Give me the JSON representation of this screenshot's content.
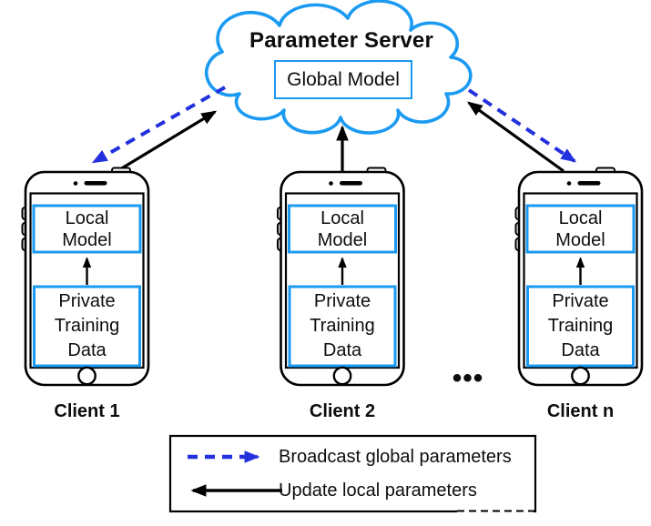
{
  "diagram": {
    "title": "Parameter Server",
    "server_box": "Global Model",
    "phone_boxes": {
      "local_model_lines": [
        "Local",
        "Model"
      ],
      "private_data_lines": [
        "Private",
        "Training",
        "Data"
      ]
    },
    "clients": [
      {
        "label": "Client 1"
      },
      {
        "label": "Client 2"
      },
      {
        "label": "Client n"
      }
    ],
    "ellipsis": "•••",
    "legend": {
      "items": [
        {
          "arrow": "broadcast-dashed-blue",
          "label": "Broadcast global parameters"
        },
        {
          "arrow": "update-solid-black",
          "label": "Update local parameters"
        }
      ]
    },
    "colors": {
      "cloud_blue": "#1b9af2",
      "arrow_blue": "#2231dd",
      "ink": "#0d0d0d"
    }
  }
}
